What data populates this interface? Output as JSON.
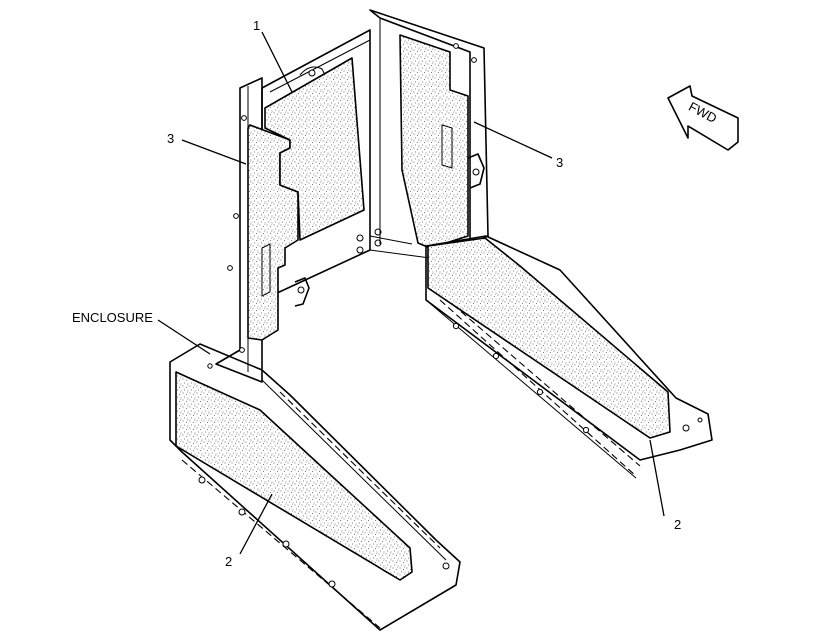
{
  "labels": {
    "part_1": "1",
    "part_3_left": "3",
    "part_3_right": "3",
    "enclosure": "ENCLOSURE",
    "part_2_left": "2",
    "part_2_right": "2",
    "direction": "FWD"
  },
  "colors": {
    "line": "#000000",
    "background": "#ffffff",
    "speckle": "#555555"
  }
}
